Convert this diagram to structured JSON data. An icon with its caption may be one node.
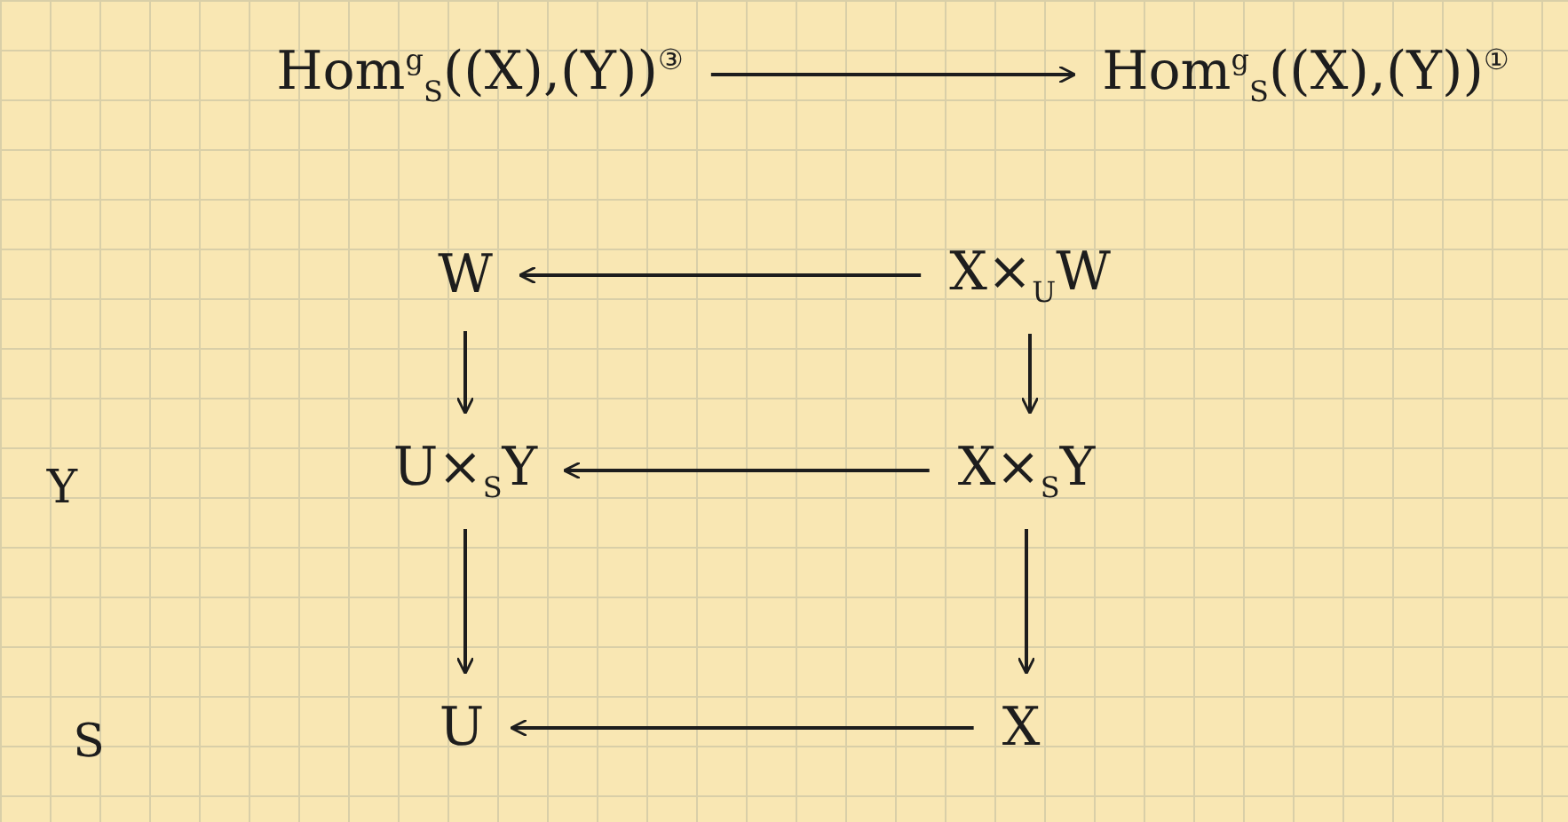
{
  "diagram": {
    "nodes": [
      {
        "text": [
          "Hom$^{g}$$_{S}$((X),(Y))$^{③}$"
        ]
      },
      {
        "text": [
          "Hom$^{g}$$_{S}$((X),(Y))$^{①}$"
        ]
      },
      {
        "text": [
          "W"
        ]
      },
      {
        "text": [
          "X×$_{U}$W"
        ]
      },
      {
        "text": [
          "U×$_{S}$Y"
        ]
      },
      {
        "text": [
          "X×$_{S}$Y"
        ]
      },
      {
        "text": [
          "U"
        ]
      },
      {
        "text": [
          "X"
        ]
      }
    ],
    "edges": [
      {
        "from": 0,
        "to": 1,
        "arrow": "to"
      },
      {
        "from": 3,
        "to": 2,
        "arrow": "to"
      },
      {
        "from": 2,
        "to": 4,
        "arrow": "to"
      },
      {
        "from": 3,
        "to": 5,
        "arrow": "to"
      },
      {
        "from": 5,
        "to": 4,
        "arrow": "to"
      },
      {
        "from": 4,
        "to": 6,
        "arrow": "to"
      },
      {
        "from": 5,
        "to": 7,
        "arrow": "to"
      },
      {
        "from": 7,
        "to": 6,
        "arrow": "to"
      }
    ],
    "labels": [
      "Y",
      "S"
    ]
  }
}
